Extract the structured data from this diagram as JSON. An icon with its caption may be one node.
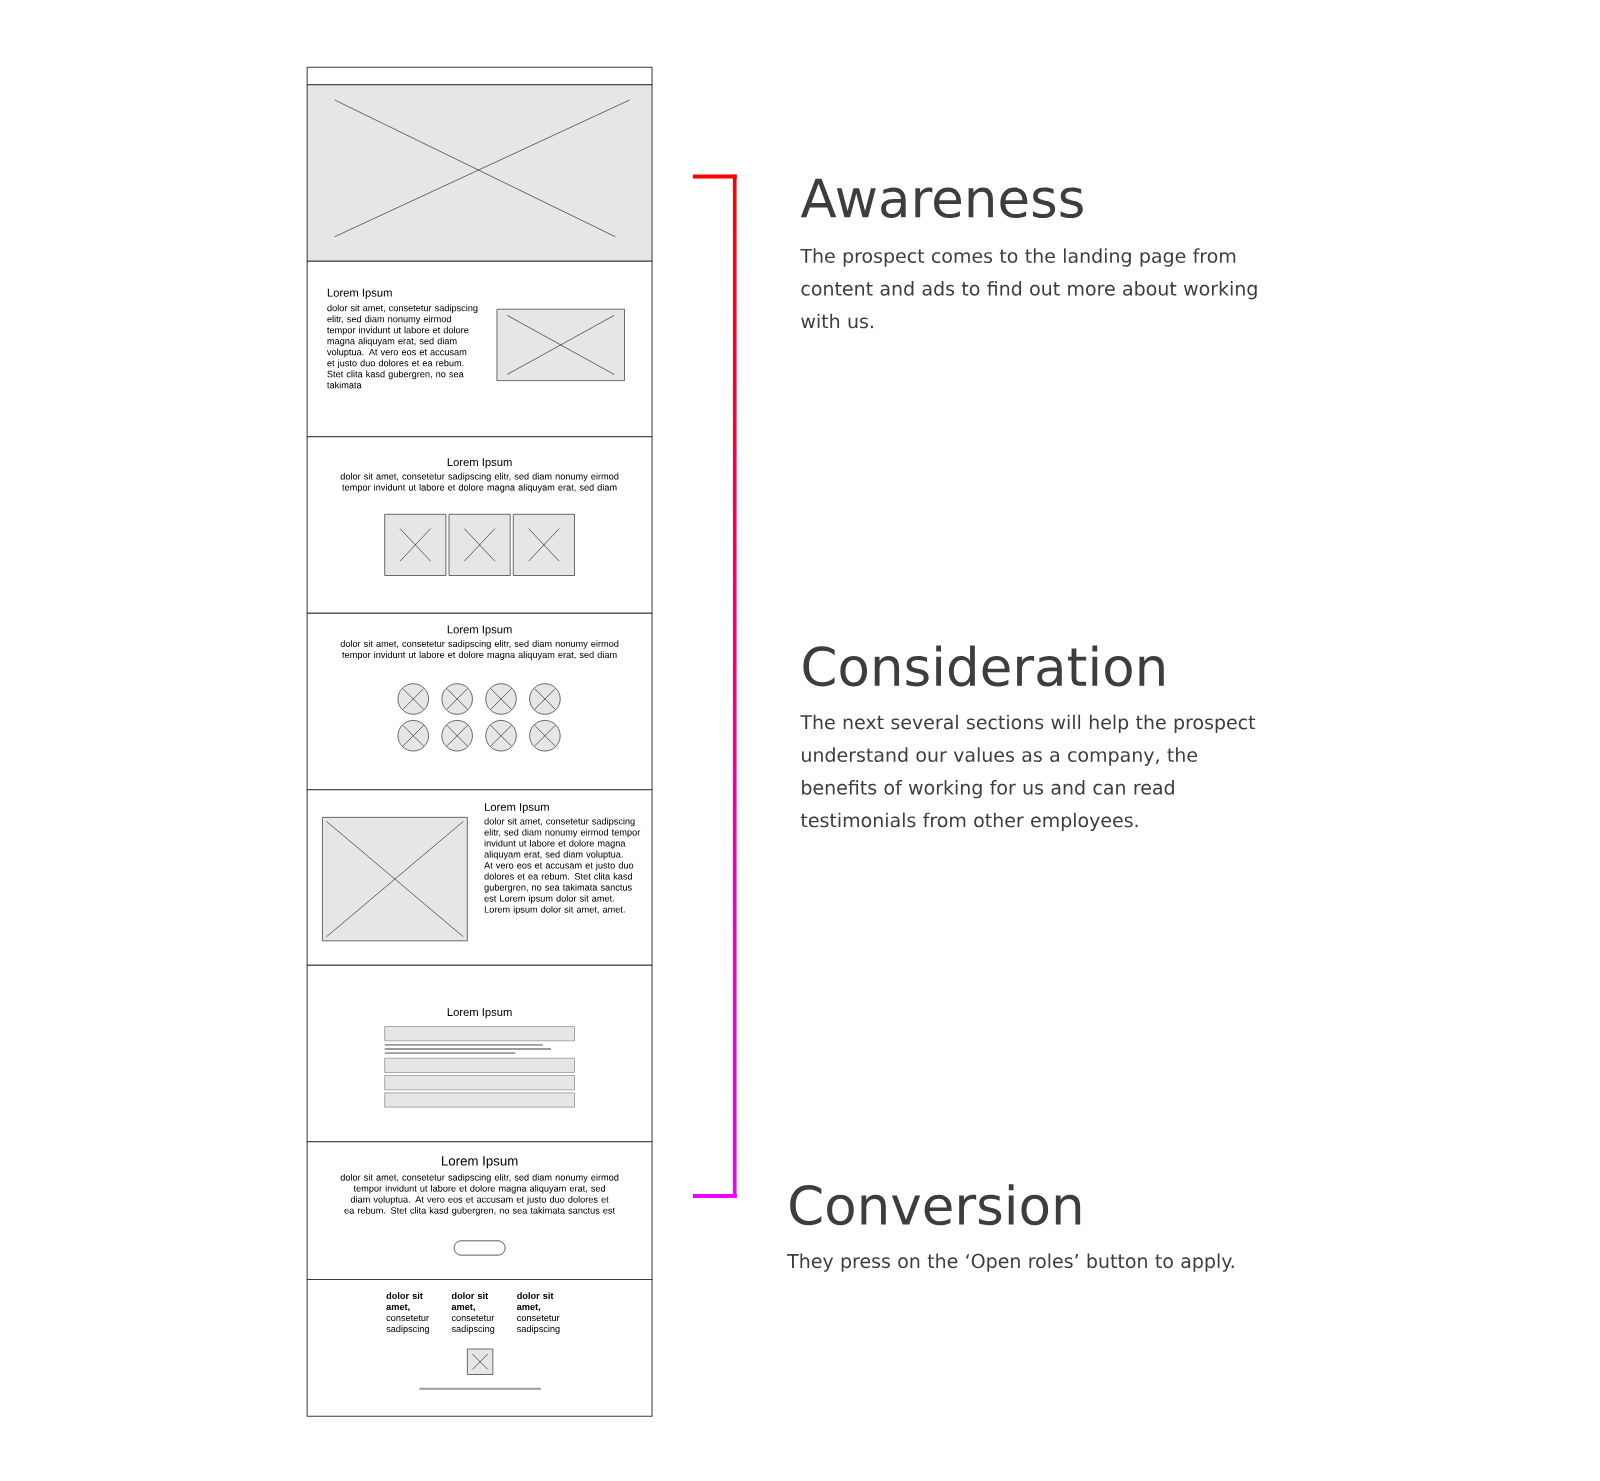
{
  "diagram": {
    "nodes": [
      {
        "text": [],
        "shape": "box"
      },
      {
        "text": [],
        "shape": "picture"
      },
      {
        "text": [
          "Lorem Ipsum",
          "dolor sit amet, consetetur sadipscing elitr, sed diam nonumy eirmod tempor invidunt ut labore et dolore magna aliquyam erat, sed diam voluptua. At vero eos et accusam et justo duo dolores et ea rebum. Stet clita kasd gubergren, no sea takimata"
        ]
      },
      {
        "text": [
          "Lorem Ipsum",
          "dolor sit amet, consetetur sadipscing elitr, sed diam nonumy eirmod tempor invidunt ut labore et dolore magna aliquyam erat, sed diam"
        ]
      },
      {
        "text": [
          "Lorem Ipsum",
          "dolor sit amet, consetetur sadipscing elitr, sed diam nonumy eirmod tempor invidunt ut labore et dolore magna aliquyam erat, sed diam"
        ]
      },
      {
        "text": [
          "Lorem Ipsum",
          "dolor sit amet, consetetur sadipscing elitr, sed diam nonumy eirmod tempor invidunt ut labore et dolore magna aliquyam erat, sed diam voluptua. At vero eos et accusam et justo duo dolores et ea rebum. Stet clita kasd gubergren, no sea takimata sanctus est Lorem ipsum dolor sit amet. Lorem ipsum dolor sit amet, amet."
        ]
      },
      {
        "text": [
          "Lorem Ipsum"
        ]
      },
      {
        "text": [
          "Lorem Ipsum",
          "dolor sit amet, consetetur sadipscing elitr, sed diam nonumy eirmod tempor invidunt ut labore et dolore magna aliquyam erat, sed diam voluptua. At vero eos et accusam et justo duo dolores et ea rebum. Stet clita kasd gubergren, no sea takimata sanctus est"
        ]
      },
      {
        "text": [
          "**dolor sit amet,** consetetur sadipscing",
          "**dolor sit amet,** consetetur sadipscing",
          "**dolor sit amet,** consetetur sadipscing"
        ]
      }
    ],
    "labels": [
      "Awareness",
      "The prospect comes to the landing page from content and ads to find out more about working with us.",
      "Consideration",
      "The next several sections will help the prospect understand our values as a company, the benefits of working for us and can read testimonials from other employees.",
      "Conversion",
      "They press on the ‘Open roles’ button to apply."
    ]
  }
}
